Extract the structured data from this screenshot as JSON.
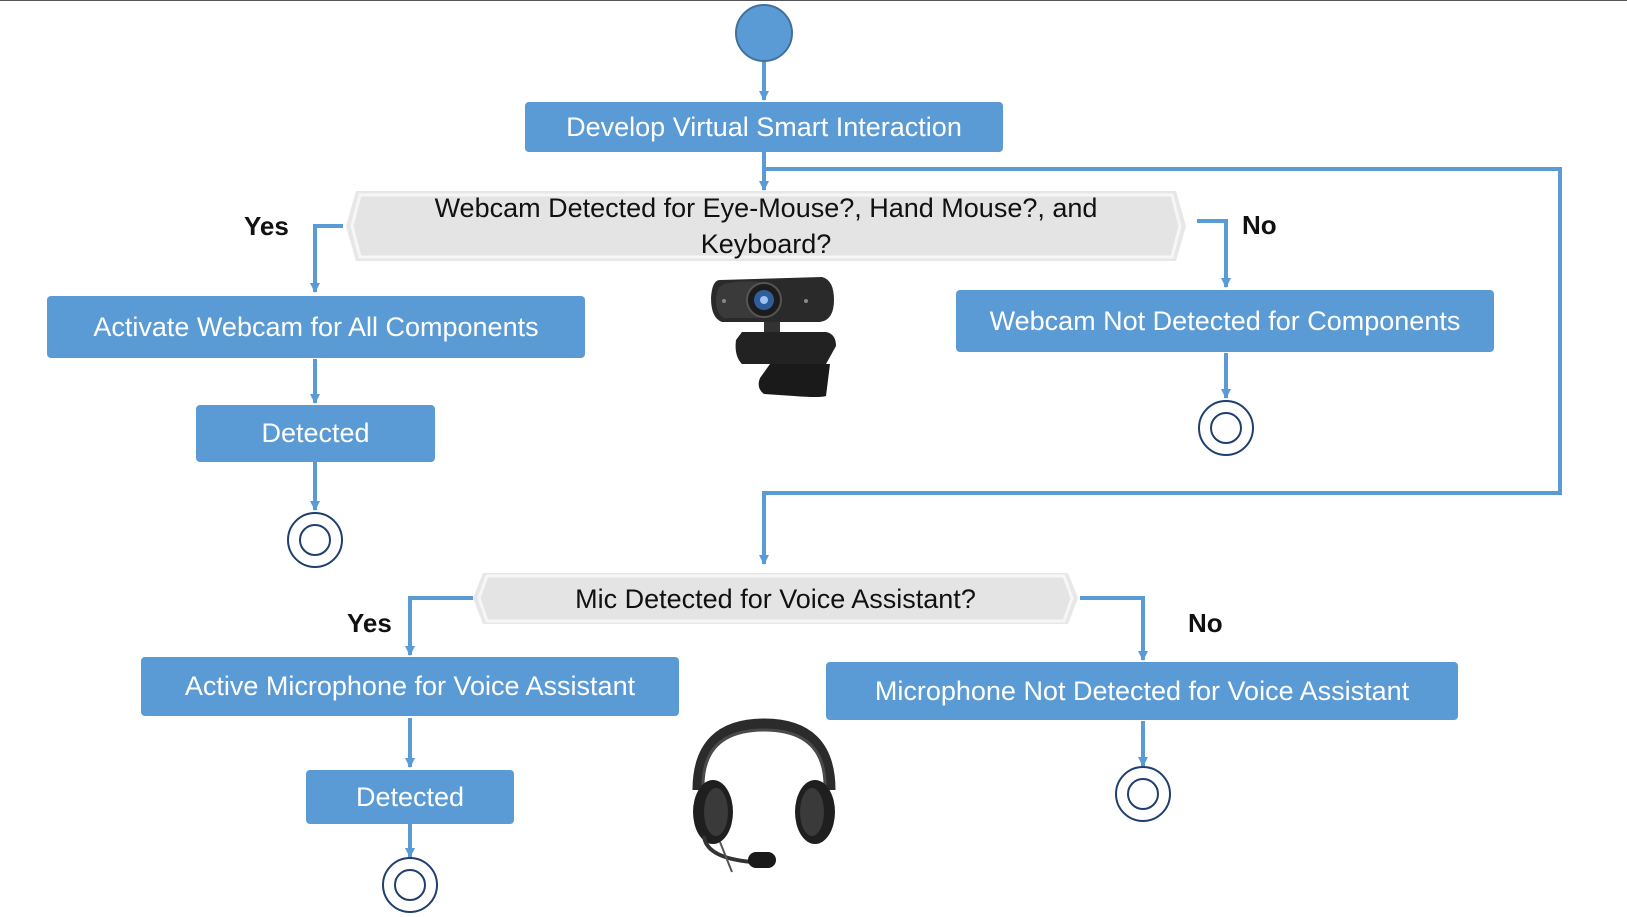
{
  "diagram": {
    "start_node": "start",
    "nodes": {
      "develop": "Develop Virtual Smart Interaction",
      "webcam_question": "Webcam Detected for Eye-Mouse?, Hand Mouse?, and Keyboard?",
      "activate_webcam": "Activate Webcam for All Components",
      "webcam_detected": "Detected",
      "webcam_not_detected": "Webcam  Not Detected for Components",
      "mic_question": "Mic Detected for Voice Assistant?",
      "active_microphone": "Active Microphone for Voice Assistant",
      "mic_detected": "Detected",
      "mic_not_detected": "Microphone Not Detected for Voice Assistant"
    },
    "branch_labels": {
      "webcam_yes": "Yes",
      "webcam_no": "No",
      "mic_yes": "Yes",
      "mic_no": "No"
    },
    "edges": [
      {
        "from": "start",
        "to": "develop"
      },
      {
        "from": "develop",
        "to": "webcam_question"
      },
      {
        "from": "develop",
        "to": "mic_question"
      },
      {
        "from": "webcam_question",
        "to": "activate_webcam",
        "label": "Yes"
      },
      {
        "from": "webcam_question",
        "to": "webcam_not_detected",
        "label": "No"
      },
      {
        "from": "activate_webcam",
        "to": "webcam_detected"
      },
      {
        "from": "webcam_detected",
        "to": "end"
      },
      {
        "from": "webcam_not_detected",
        "to": "end"
      },
      {
        "from": "mic_question",
        "to": "active_microphone",
        "label": "Yes"
      },
      {
        "from": "mic_question",
        "to": "mic_not_detected",
        "label": "No"
      },
      {
        "from": "active_microphone",
        "to": "mic_detected"
      },
      {
        "from": "mic_detected",
        "to": "end"
      },
      {
        "from": "mic_not_detected",
        "to": "end"
      }
    ],
    "images": [
      "webcam-icon",
      "headset-icon"
    ],
    "colors": {
      "node_fill": "#5b9bd5",
      "node_text": "#ffffff",
      "decision_fill": "#e7e7e7",
      "edge": "#5b9bd5",
      "final_stroke": "#1f3f6e"
    }
  }
}
